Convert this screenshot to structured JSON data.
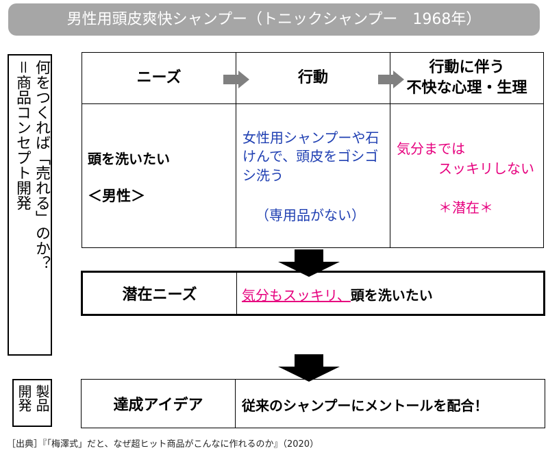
{
  "title": "男性用頭皮爽快シャンプー（トニックシャンプー　1968年）",
  "side_label_col1": "何をつくれば「売れる」のか？",
  "side_label_col2": "＝商品コンセプト開発",
  "dev_label_col1": "製品",
  "dev_label_col2": "開発",
  "table": {
    "headers": {
      "needs": "ニーズ",
      "action": "行動",
      "feeling_line1": "行動に伴う",
      "feeling_line2": "不快な心理・生理"
    },
    "needs_cell": {
      "line1": "頭を洗いたい",
      "line2": "＜男性＞"
    },
    "action_cell": {
      "line1": "女性用シャンプーや石",
      "line2": "けんで、頭皮をゴシゴ",
      "line3": "シ洗う",
      "line4": "（専用品がない）"
    },
    "feeling_cell": {
      "line1": "気分までは",
      "line2": "スッキリしない",
      "line3": "＊潜在＊"
    }
  },
  "latent": {
    "label": "潜在ニーズ",
    "text_highlight": "気分もスッキリ、",
    "text_rest": "頭を洗いたい"
  },
  "achieve": {
    "label": "達成アイデア",
    "text": "従来のシャンプーにメントールを配合！"
  },
  "source": "［出典］『「梅澤式」だと、なぜ超ヒット商品がこんなに作れるのか』（2020）",
  "colors": {
    "title_bg": "#a6a6a6",
    "arrow_gray": "#808080",
    "pink": "#e6007e",
    "blue": "#1f3fb2"
  }
}
